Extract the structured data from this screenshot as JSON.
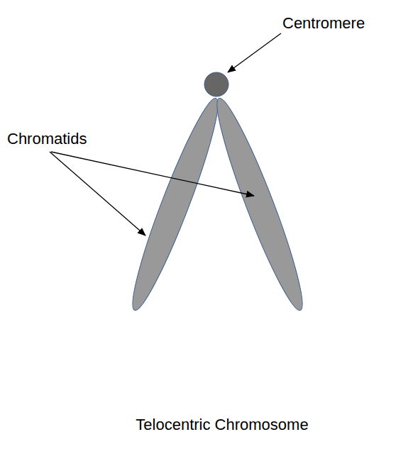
{
  "diagram": {
    "caption": "Telocentric Chromosome",
    "labels": [
      "Centromere",
      "Chromatids"
    ]
  }
}
